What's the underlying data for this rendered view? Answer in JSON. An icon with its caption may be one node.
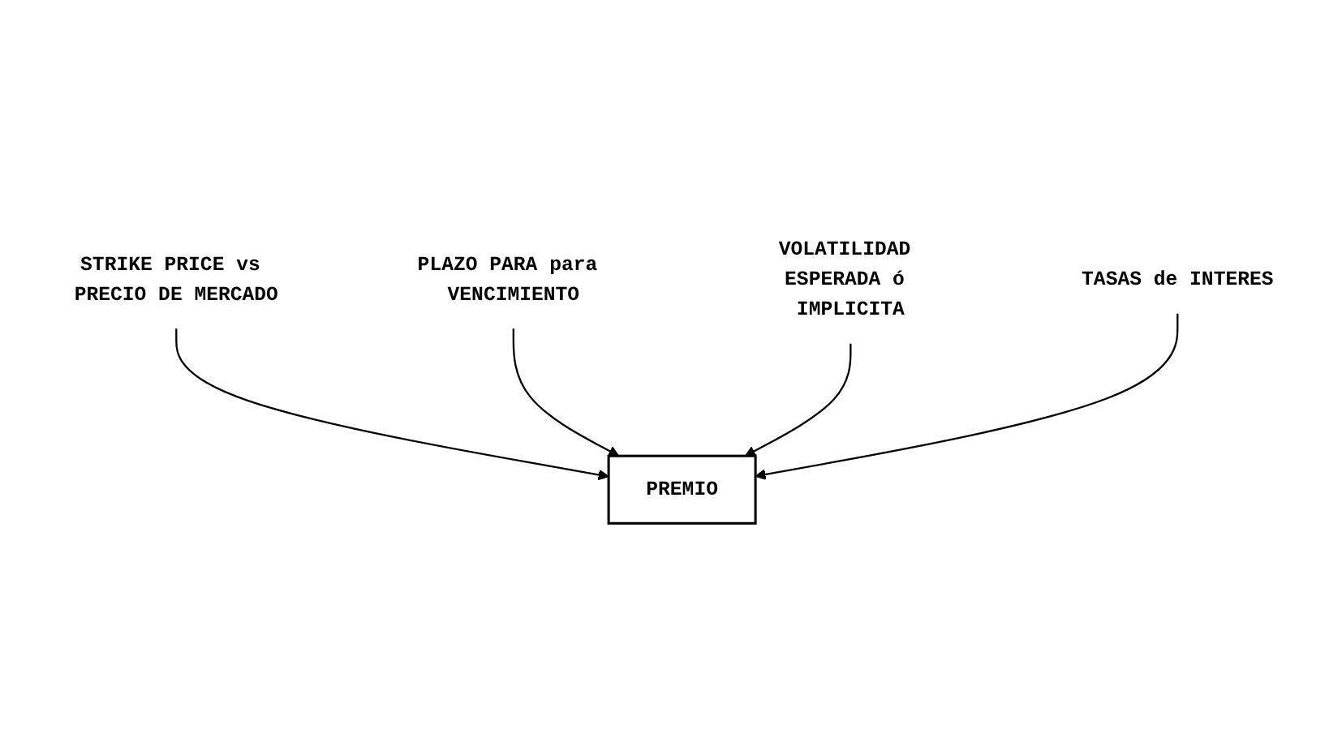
{
  "diagram": {
    "nodes": [
      {
        "text": [
          "STRIKE PRICE vs PRECIO DE MERCADO"
        ]
      },
      {
        "text": [
          "PLAZO PARA para VENCIMIENTO"
        ]
      },
      {
        "text": [
          "PREMIO"
        ]
      },
      {
        "text": [
          "VOLATILIDAD ESPERADA ó IMPLICITA"
        ]
      },
      {
        "text": [
          "TASAS de INTERES"
        ]
      }
    ],
    "edges": [
      {
        "from": 0,
        "to": 2,
        "arrow": "to"
      },
      {
        "from": 1,
        "to": 2,
        "arrow": "to"
      },
      {
        "from": 3,
        "to": 2,
        "arrow": "to"
      },
      {
        "from": 4,
        "to": 2,
        "arrow": "to"
      }
    ]
  }
}
